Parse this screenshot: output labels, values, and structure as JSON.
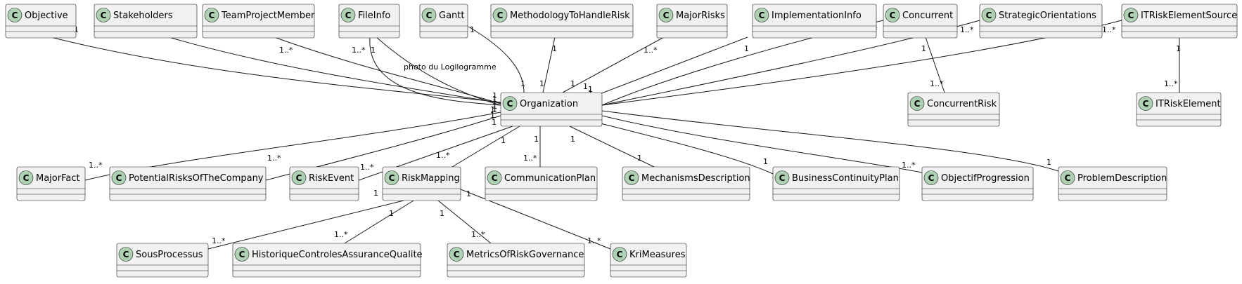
{
  "classes": [
    {
      "id": "Objective",
      "name": "Objective"
    },
    {
      "id": "Stakeholders",
      "name": "Stakeholders"
    },
    {
      "id": "TeamProjectMember",
      "name": "TeamProjectMember"
    },
    {
      "id": "FileInfo",
      "name": "FileInfo"
    },
    {
      "id": "Gantt",
      "name": "Gantt"
    },
    {
      "id": "MethodologyToHandleRisk",
      "name": "MethodologyToHandleRisk"
    },
    {
      "id": "MajorRisks",
      "name": "MajorRisks"
    },
    {
      "id": "ImplementationInfo",
      "name": "ImplementationInfo"
    },
    {
      "id": "Concurrent",
      "name": "Concurrent"
    },
    {
      "id": "StrategicOrientations",
      "name": "StrategicOrientations"
    },
    {
      "id": "ITRiskElementSource",
      "name": "ITRiskElementSource"
    },
    {
      "id": "Organization",
      "name": "Organization"
    },
    {
      "id": "ConcurrentRisk",
      "name": "ConcurrentRisk"
    },
    {
      "id": "ITRiskElement",
      "name": "ITRiskElement"
    },
    {
      "id": "MajorFact",
      "name": "MajorFact"
    },
    {
      "id": "PotentialRisksOfTheCompany",
      "name": "PotentialRisksOfTheCompany"
    },
    {
      "id": "RiskEvent",
      "name": "RiskEvent"
    },
    {
      "id": "RiskMapping",
      "name": "RiskMapping"
    },
    {
      "id": "CommunicationPlan",
      "name": "CommunicationPlan"
    },
    {
      "id": "MechanismsDescription",
      "name": "MechanismsDescription"
    },
    {
      "id": "BusinessContinuityPlan",
      "name": "BusinessContinuityPlan"
    },
    {
      "id": "ObjectifProgression",
      "name": "ObjectifProgression"
    },
    {
      "id": "ProblemDescription",
      "name": "ProblemDescription"
    },
    {
      "id": "SousProcessus",
      "name": "SousProcessus"
    },
    {
      "id": "HistoriqueControlesAssuranceQualite",
      "name": "HistoriqueControlesAssuranceQualite"
    },
    {
      "id": "MetricsOfRiskGovernance",
      "name": "MetricsOfRiskGovernance"
    },
    {
      "id": "KriMeasures",
      "name": "KriMeasures"
    }
  ],
  "class_stereotype_letter": "C",
  "associations": [
    {
      "from": "Objective",
      "to": "Organization",
      "from_mult": "1",
      "to_mult": "1"
    },
    {
      "from": "Stakeholders",
      "to": "Organization",
      "from_mult": "1..*",
      "to_mult": "1"
    },
    {
      "from": "TeamProjectMember",
      "to": "Organization",
      "from_mult": "1..*",
      "to_mult": "1"
    },
    {
      "from": "FileInfo",
      "to": "Organization",
      "from_mult": "1..*",
      "to_mult": "1"
    },
    {
      "from": "FileInfo",
      "to": "Organization",
      "from_mult": "1",
      "to_mult": "1",
      "label": "photo du Logilogramme"
    },
    {
      "from": "Gantt",
      "to": "Organization",
      "from_mult": "1",
      "to_mult": "1"
    },
    {
      "from": "MethodologyToHandleRisk",
      "to": "Organization",
      "from_mult": "1",
      "to_mult": "1"
    },
    {
      "from": "MajorRisks",
      "to": "Organization",
      "from_mult": "1..*",
      "to_mult": "1"
    },
    {
      "from": "ImplementationInfo",
      "to": "Organization",
      "from_mult": "1",
      "to_mult": "1"
    },
    {
      "from": "Concurrent",
      "to": "Organization",
      "from_mult": "1..*",
      "to_mult": "1"
    },
    {
      "from": "StrategicOrientations",
      "to": "Organization",
      "from_mult": "1..*",
      "to_mult": "1"
    },
    {
      "from": "ITRiskElementSource",
      "to": "Organization",
      "from_mult": "1..*",
      "to_mult": "1"
    },
    {
      "from": "Concurrent",
      "to": "ConcurrentRisk",
      "from_mult": "1",
      "to_mult": "1..*"
    },
    {
      "from": "ITRiskElementSource",
      "to": "ITRiskElement",
      "from_mult": "1",
      "to_mult": "1..*"
    },
    {
      "from": "Organization",
      "to": "MajorFact",
      "from_mult": "1",
      "to_mult": "1..*"
    },
    {
      "from": "Organization",
      "to": "PotentialRisksOfTheCompany",
      "from_mult": "1",
      "to_mult": "1..*"
    },
    {
      "from": "Organization",
      "to": "RiskEvent",
      "from_mult": "1",
      "to_mult": "1..*"
    },
    {
      "from": "Organization",
      "to": "RiskMapping",
      "from_mult": "1",
      "to_mult": "1..*"
    },
    {
      "from": "Organization",
      "to": "CommunicationPlan",
      "from_mult": "1",
      "to_mult": "1..*"
    },
    {
      "from": "Organization",
      "to": "MechanismsDescription",
      "from_mult": "1",
      "to_mult": "1"
    },
    {
      "from": "Organization",
      "to": "BusinessContinuityPlan",
      "from_mult": "1",
      "to_mult": "1"
    },
    {
      "from": "Organization",
      "to": "ObjectifProgression",
      "from_mult": "1",
      "to_mult": "1..*"
    },
    {
      "from": "Organization",
      "to": "ProblemDescription",
      "from_mult": "1",
      "to_mult": "1"
    },
    {
      "from": "RiskMapping",
      "to": "SousProcessus",
      "from_mult": "1",
      "to_mult": "1..*"
    },
    {
      "from": "RiskMapping",
      "to": "HistoriqueControlesAssuranceQualite",
      "from_mult": "1",
      "to_mult": "1..*"
    },
    {
      "from": "RiskMapping",
      "to": "MetricsOfRiskGovernance",
      "from_mult": "1",
      "to_mult": "1..*"
    },
    {
      "from": "RiskMapping",
      "to": "KriMeasures",
      "from_mult": "1",
      "to_mult": "1..*"
    }
  ]
}
